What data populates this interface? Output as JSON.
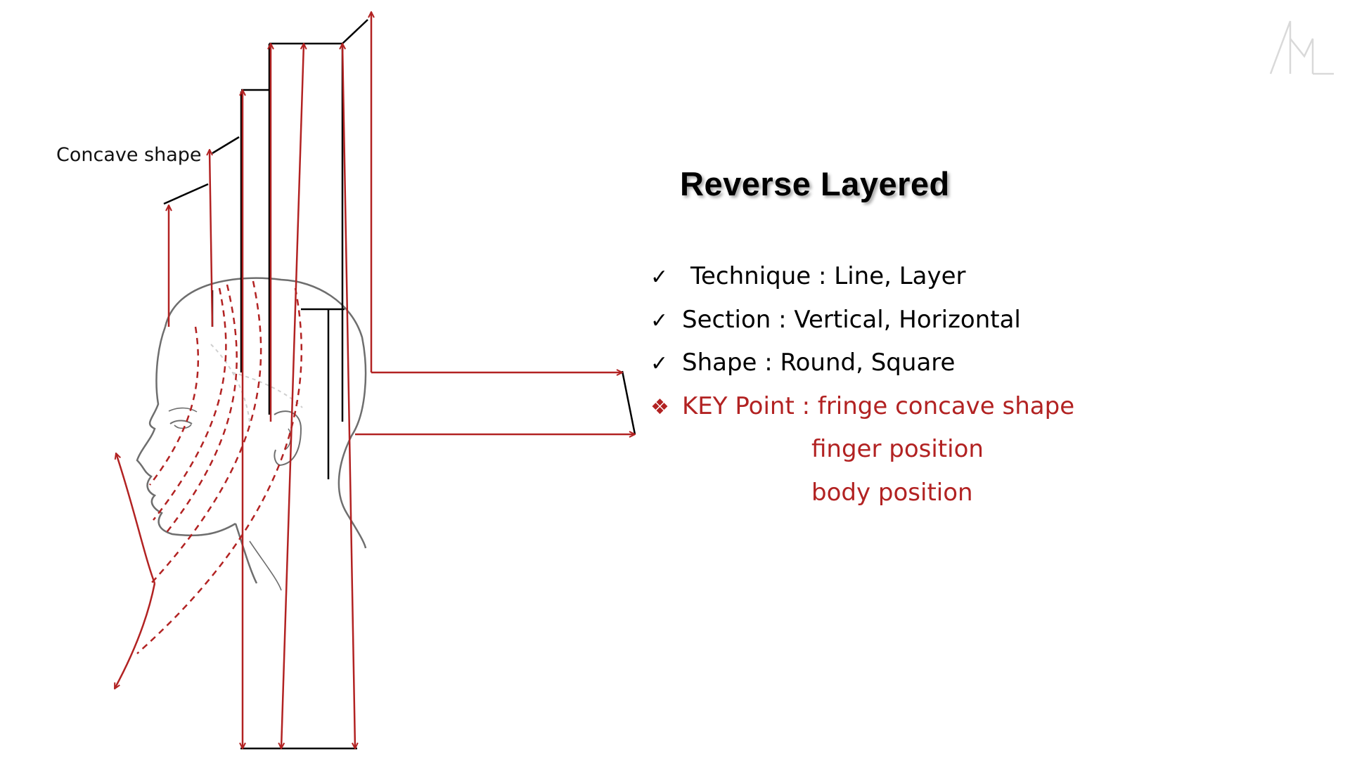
{
  "slide": {
    "title": "Reverse Layered",
    "diagram_label": "Concave shape",
    "bullets": [
      {
        "icon": "checkmark-icon",
        "symbol": "✓",
        "text": "Technique : Line, Layer"
      },
      {
        "icon": "checkmark-icon",
        "symbol": "✓",
        "text": "Section : Vertical, Horizontal"
      },
      {
        "icon": "checkmark-icon",
        "symbol": "✓",
        "text": "Shape : Round, Square"
      },
      {
        "icon": "diamond-bullet-icon",
        "symbol": "❖",
        "text": "KEY Point : fringe concave shape"
      }
    ],
    "continuation_lines": [
      "finger position",
      "body position"
    ],
    "logo_icon": "brand-monogram-icon",
    "colors": {
      "accent": "#b22222",
      "line": "#000000",
      "sketch": "#777777"
    }
  }
}
